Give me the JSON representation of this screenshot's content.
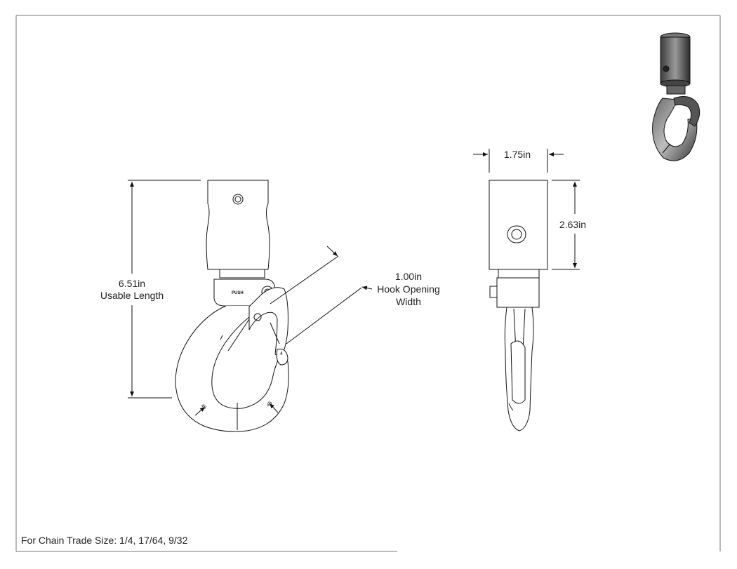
{
  "dimensions": {
    "usable_length": {
      "value": "6.51in",
      "label": "Usable Length"
    },
    "hook_opening": {
      "value": "1.00in",
      "label_line1": "Hook Opening",
      "label_line2": "Width"
    },
    "side_width": {
      "value": "1.75in"
    },
    "sleeve_height": {
      "value": "2.63in"
    }
  },
  "markings": {
    "push": "PUSH",
    "latch_number": "4",
    "angle_left": "45",
    "angle_right": "45"
  },
  "footer": {
    "text": "For Chain Trade Size: 1/4, 17/64, 9/32"
  }
}
